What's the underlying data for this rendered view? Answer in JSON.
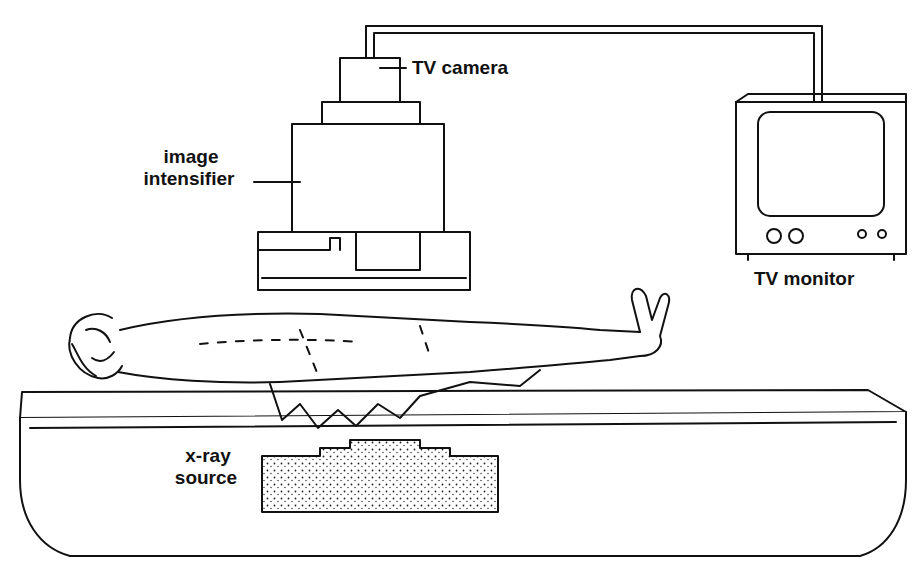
{
  "diagram": {
    "labels": [
      "TV camera",
      "image intensifier",
      "TV monitor",
      "x-ray source"
    ]
  }
}
